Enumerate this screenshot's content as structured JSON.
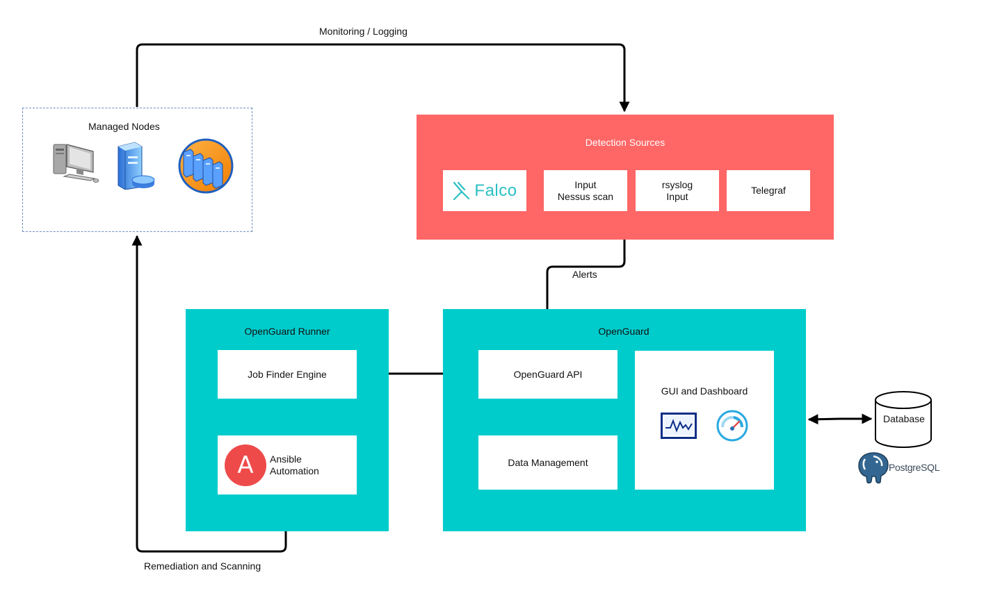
{
  "labels": {
    "monitoring": "Monitoring / Logging",
    "alerts": "Alerts",
    "remediation": "Remediation and Scanning"
  },
  "managed_nodes": {
    "title": "Managed Nodes",
    "icons": [
      "desktop-computer-icon",
      "server-database-icon",
      "server-cluster-icon"
    ]
  },
  "detection_sources": {
    "title": "Detection Sources",
    "falco": "Falco",
    "nessus_line1": "Input",
    "nessus_line2": "Nessus scan",
    "rsyslog_line1": "rsyslog",
    "rsyslog_line2": "Input",
    "telegraf": "Telegraf"
  },
  "runner": {
    "title": "OpenGuard Runner",
    "job_finder": "Job Finder Engine",
    "ansible_line1": "Ansible",
    "ansible_line2": "Automation",
    "ansible_logo": "A"
  },
  "openguard": {
    "title": "OpenGuard",
    "api": "OpenGuard API",
    "data_mgmt": "Data Management",
    "gui": "GUI and Dashboard",
    "gui_icons": [
      "monitor-chart-icon",
      "speedometer-icon"
    ]
  },
  "database": {
    "label": "Database",
    "engine": "PostgreSQL"
  },
  "colors": {
    "detection_bg": "#ff6666",
    "openguard_bg": "#00cccc",
    "falco_teal": "#2bbfc3",
    "ansible_red": "#ee4a4a",
    "nodes_border": "#6c8ebf",
    "postgres_blue": "#336791"
  }
}
